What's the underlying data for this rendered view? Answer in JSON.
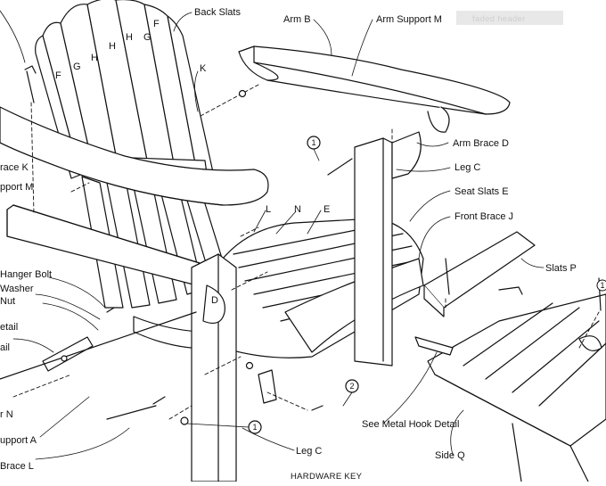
{
  "diagram": {
    "labels": {
      "back_slats": "Back Slats",
      "arm_b": "Arm B",
      "arm_support_m_top": "Arm Support M",
      "k_top": "K",
      "arm_brace_d": "Arm Brace D",
      "leg_c_top": "Leg C",
      "seat_slats_e": "Seat Slats E",
      "front_brace_j": "Front Brace J",
      "slats_p": "Slats P",
      "l": "L",
      "n": "N",
      "e": "E",
      "brace_k_left": "race K",
      "support_m_left": "pport M",
      "hanger_bolt": "Hanger Bolt",
      "washer": "Washer",
      "nut": "Nut",
      "detail_left": "etail",
      "ail_left": "ail",
      "r_n_left": "r N",
      "upport_a_left": "upport A",
      "brace_l_left": "Brace L",
      "see_metal_hook": "See Metal Hook Detail",
      "side_q": "Side Q",
      "leg_c_bottom": "Leg C",
      "hardware_key": "HARDWARE KEY"
    },
    "slat_letters": [
      "F",
      "G",
      "H",
      "H",
      "G",
      "F",
      "F",
      "G",
      "H"
    ],
    "part_letters": {
      "d": "D"
    },
    "callouts": [
      "1",
      "2",
      "1",
      "1"
    ],
    "faint_text": "faded header"
  }
}
